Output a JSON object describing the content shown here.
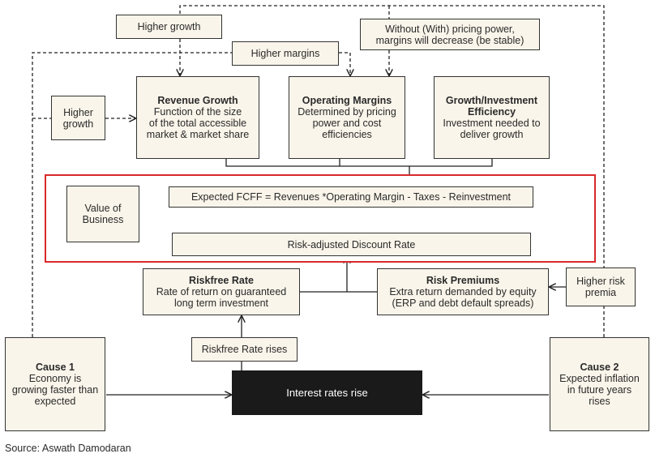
{
  "labels": {
    "higher_growth_top": "Higher growth",
    "pricing_power": "Without (With) pricing power,\nmargins will decrease (be stable)",
    "higher_margins": "Higher margins",
    "higher_growth_left": "Higher\ngrowth",
    "riskfree_rises": "Riskfree Rate rises",
    "higher_risk_premia": "Higher risk\npremia"
  },
  "drivers": {
    "revenue": {
      "title": "Revenue Growth",
      "text": "Function of the size\nof the total accessible\nmarket & market share"
    },
    "margins": {
      "title": "Operating Margins",
      "text": "Determined by pricing\npower and cost\nefficiencies"
    },
    "efficiency": {
      "title": "Growth/Investment\nEfficiency",
      "text": "Investment needed to\ndeliver growth"
    }
  },
  "valuation": {
    "value": "Value of\nBusiness",
    "fcff": "Expected FCFF = Revenues *Operating Margin - Taxes - Reinvestment",
    "discount": "Risk-adjusted Discount Rate"
  },
  "rates": {
    "riskfree": {
      "title": "Riskfree Rate",
      "text": "Rate of return on guaranteed\nlong term investment"
    },
    "premiums": {
      "title": "Risk Premiums",
      "text": "Extra return demanded by equity\n(ERP and debt default spreads)"
    }
  },
  "causes": {
    "cause1": {
      "title": "Cause 1",
      "text": "Economy is\ngrowing faster than\nexpected"
    },
    "cause2": {
      "title": "Cause 2",
      "text": "Expected inflation\nin future years\nrises"
    }
  },
  "center": "Interest rates rise",
  "source": "Source: Aswath Damodaran"
}
